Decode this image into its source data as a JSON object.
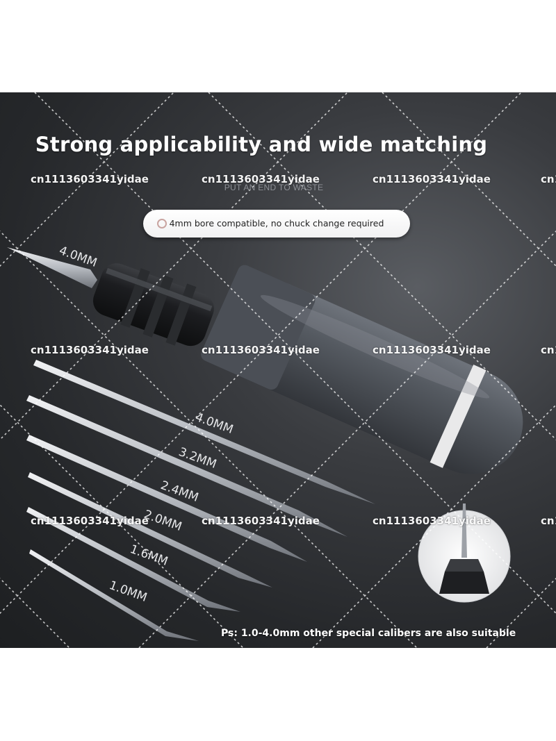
{
  "headline": "Strong applicability and wide matching",
  "subheadline": "PUT AN END TO WASTE",
  "pill_text": "4mm bore compatible, no chuck change required",
  "chuck_label": "4.0MM",
  "needles": [
    {
      "label": "4.0MM"
    },
    {
      "label": "3.2MM"
    },
    {
      "label": "2.4MM"
    },
    {
      "label": "2.0MM"
    },
    {
      "label": "1.6MM"
    },
    {
      "label": "1.0MM"
    }
  ],
  "watermark": "cn1113603341yidae",
  "footnote": "Ps: 1.0-4.0mm other special calibers are also suitable",
  "colors": {
    "background": "#2b2d30",
    "handle": "#4a4e55",
    "handle_band": "#e9e9ea",
    "chuck": "#1a1b1d",
    "needle": "#bfc3c8"
  }
}
